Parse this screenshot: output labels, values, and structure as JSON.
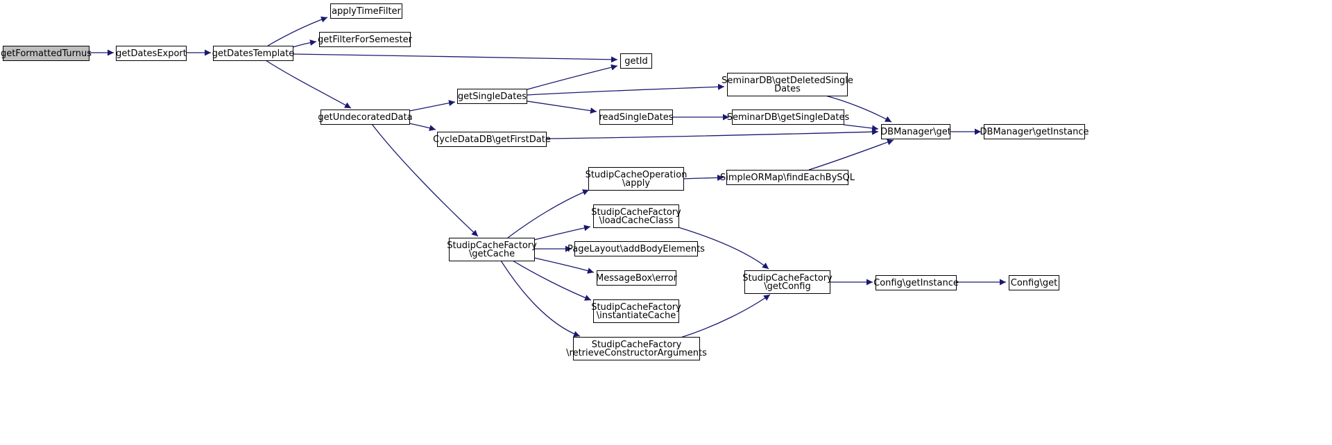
{
  "diagram": {
    "colors": {
      "edge": "#191970",
      "root_fill": "#bfbfbf",
      "node_fill": "#ffffff",
      "node_border": "#000000"
    },
    "nodes": [
      {
        "id": "getFormattedTurnus",
        "lines": [
          "getFormattedTurnus"
        ],
        "root": true
      },
      {
        "id": "getDatesExport",
        "lines": [
          "getDatesExport"
        ]
      },
      {
        "id": "getDatesTemplate",
        "lines": [
          "getDatesTemplate"
        ]
      },
      {
        "id": "applyTimeFilter",
        "lines": [
          "applyTimeFilter"
        ]
      },
      {
        "id": "getFilterForSemester",
        "lines": [
          "getFilterForSemester"
        ]
      },
      {
        "id": "getId",
        "lines": [
          "getId"
        ]
      },
      {
        "id": "getUndecoratedData",
        "lines": [
          "getUndecoratedData"
        ]
      },
      {
        "id": "getSingleDates",
        "lines": [
          "getSingleDates"
        ]
      },
      {
        "id": "SeminarDB-getDeletedSingleDates",
        "lines": [
          "SeminarDB\\getDeletedSingle",
          "Dates"
        ]
      },
      {
        "id": "readSingleDates",
        "lines": [
          "readSingleDates"
        ]
      },
      {
        "id": "SeminarDB-getSingleDates",
        "lines": [
          "SeminarDB\\getSingleDates"
        ]
      },
      {
        "id": "CycleDataDB-getFirstDate",
        "lines": [
          "CycleDataDB\\getFirstDate"
        ]
      },
      {
        "id": "DBManager-get",
        "lines": [
          "DBManager\\get"
        ]
      },
      {
        "id": "DBManager-getInstance",
        "lines": [
          "DBManager\\getInstance"
        ]
      },
      {
        "id": "StudipCacheOperation-apply",
        "lines": [
          "StudipCacheOperation",
          "\\apply"
        ]
      },
      {
        "id": "SimpleORMap-findEachBySQL",
        "lines": [
          "SimpleORMap\\findEachBySQL"
        ]
      },
      {
        "id": "StudipCacheFactory-getCache",
        "lines": [
          "StudipCacheFactory",
          "\\getCache"
        ]
      },
      {
        "id": "StudipCacheFactory-loadCacheClass",
        "lines": [
          "StudipCacheFactory",
          "\\loadCacheClass"
        ]
      },
      {
        "id": "PageLayout-addBodyElements",
        "lines": [
          "PageLayout\\addBodyElements"
        ]
      },
      {
        "id": "MessageBox-error",
        "lines": [
          "MessageBox\\error"
        ]
      },
      {
        "id": "StudipCacheFactory-instantiateCache",
        "lines": [
          "StudipCacheFactory",
          "\\instantiateCache"
        ]
      },
      {
        "id": "StudipCacheFactory-retrieveConstructorArguments",
        "lines": [
          "StudipCacheFactory",
          "\\retrieveConstructorArguments"
        ]
      },
      {
        "id": "StudipCacheFactory-getConfig",
        "lines": [
          "StudipCacheFactory",
          "\\getConfig"
        ]
      },
      {
        "id": "Config-getInstance",
        "lines": [
          "Config\\getInstance"
        ]
      },
      {
        "id": "Config-get",
        "lines": [
          "Config\\get"
        ]
      }
    ],
    "edges": [
      {
        "from": "getFormattedTurnus",
        "to": "getDatesExport"
      },
      {
        "from": "getDatesExport",
        "to": "getDatesTemplate"
      },
      {
        "from": "getDatesTemplate",
        "to": "applyTimeFilter"
      },
      {
        "from": "getDatesTemplate",
        "to": "getFilterForSemester"
      },
      {
        "from": "getDatesTemplate",
        "to": "getId"
      },
      {
        "from": "getDatesTemplate",
        "to": "getUndecoratedData"
      },
      {
        "from": "getUndecoratedData",
        "to": "getSingleDates"
      },
      {
        "from": "getUndecoratedData",
        "to": "CycleDataDB-getFirstDate"
      },
      {
        "from": "getUndecoratedData",
        "to": "StudipCacheFactory-getCache"
      },
      {
        "from": "getSingleDates",
        "to": "getId"
      },
      {
        "from": "getSingleDates",
        "to": "SeminarDB-getDeletedSingleDates"
      },
      {
        "from": "getSingleDates",
        "to": "readSingleDates"
      },
      {
        "from": "readSingleDates",
        "to": "SeminarDB-getSingleDates"
      },
      {
        "from": "SeminarDB-getDeletedSingleDates",
        "to": "DBManager-get"
      },
      {
        "from": "SeminarDB-getSingleDates",
        "to": "DBManager-get"
      },
      {
        "from": "CycleDataDB-getFirstDate",
        "to": "DBManager-get"
      },
      {
        "from": "SimpleORMap-findEachBySQL",
        "to": "DBManager-get"
      },
      {
        "from": "DBManager-get",
        "to": "DBManager-getInstance"
      },
      {
        "from": "StudipCacheFactory-getCache",
        "to": "StudipCacheOperation-apply"
      },
      {
        "from": "StudipCacheOperation-apply",
        "to": "SimpleORMap-findEachBySQL"
      },
      {
        "from": "StudipCacheFactory-getCache",
        "to": "StudipCacheFactory-loadCacheClass"
      },
      {
        "from": "StudipCacheFactory-getCache",
        "to": "PageLayout-addBodyElements"
      },
      {
        "from": "StudipCacheFactory-getCache",
        "to": "MessageBox-error"
      },
      {
        "from": "StudipCacheFactory-getCache",
        "to": "StudipCacheFactory-instantiateCache"
      },
      {
        "from": "StudipCacheFactory-getCache",
        "to": "StudipCacheFactory-retrieveConstructorArguments"
      },
      {
        "from": "StudipCacheFactory-loadCacheClass",
        "to": "StudipCacheFactory-getConfig"
      },
      {
        "from": "StudipCacheFactory-retrieveConstructorArguments",
        "to": "StudipCacheFactory-getConfig"
      },
      {
        "from": "StudipCacheFactory-getConfig",
        "to": "Config-getInstance"
      },
      {
        "from": "Config-getInstance",
        "to": "Config-get"
      }
    ]
  }
}
